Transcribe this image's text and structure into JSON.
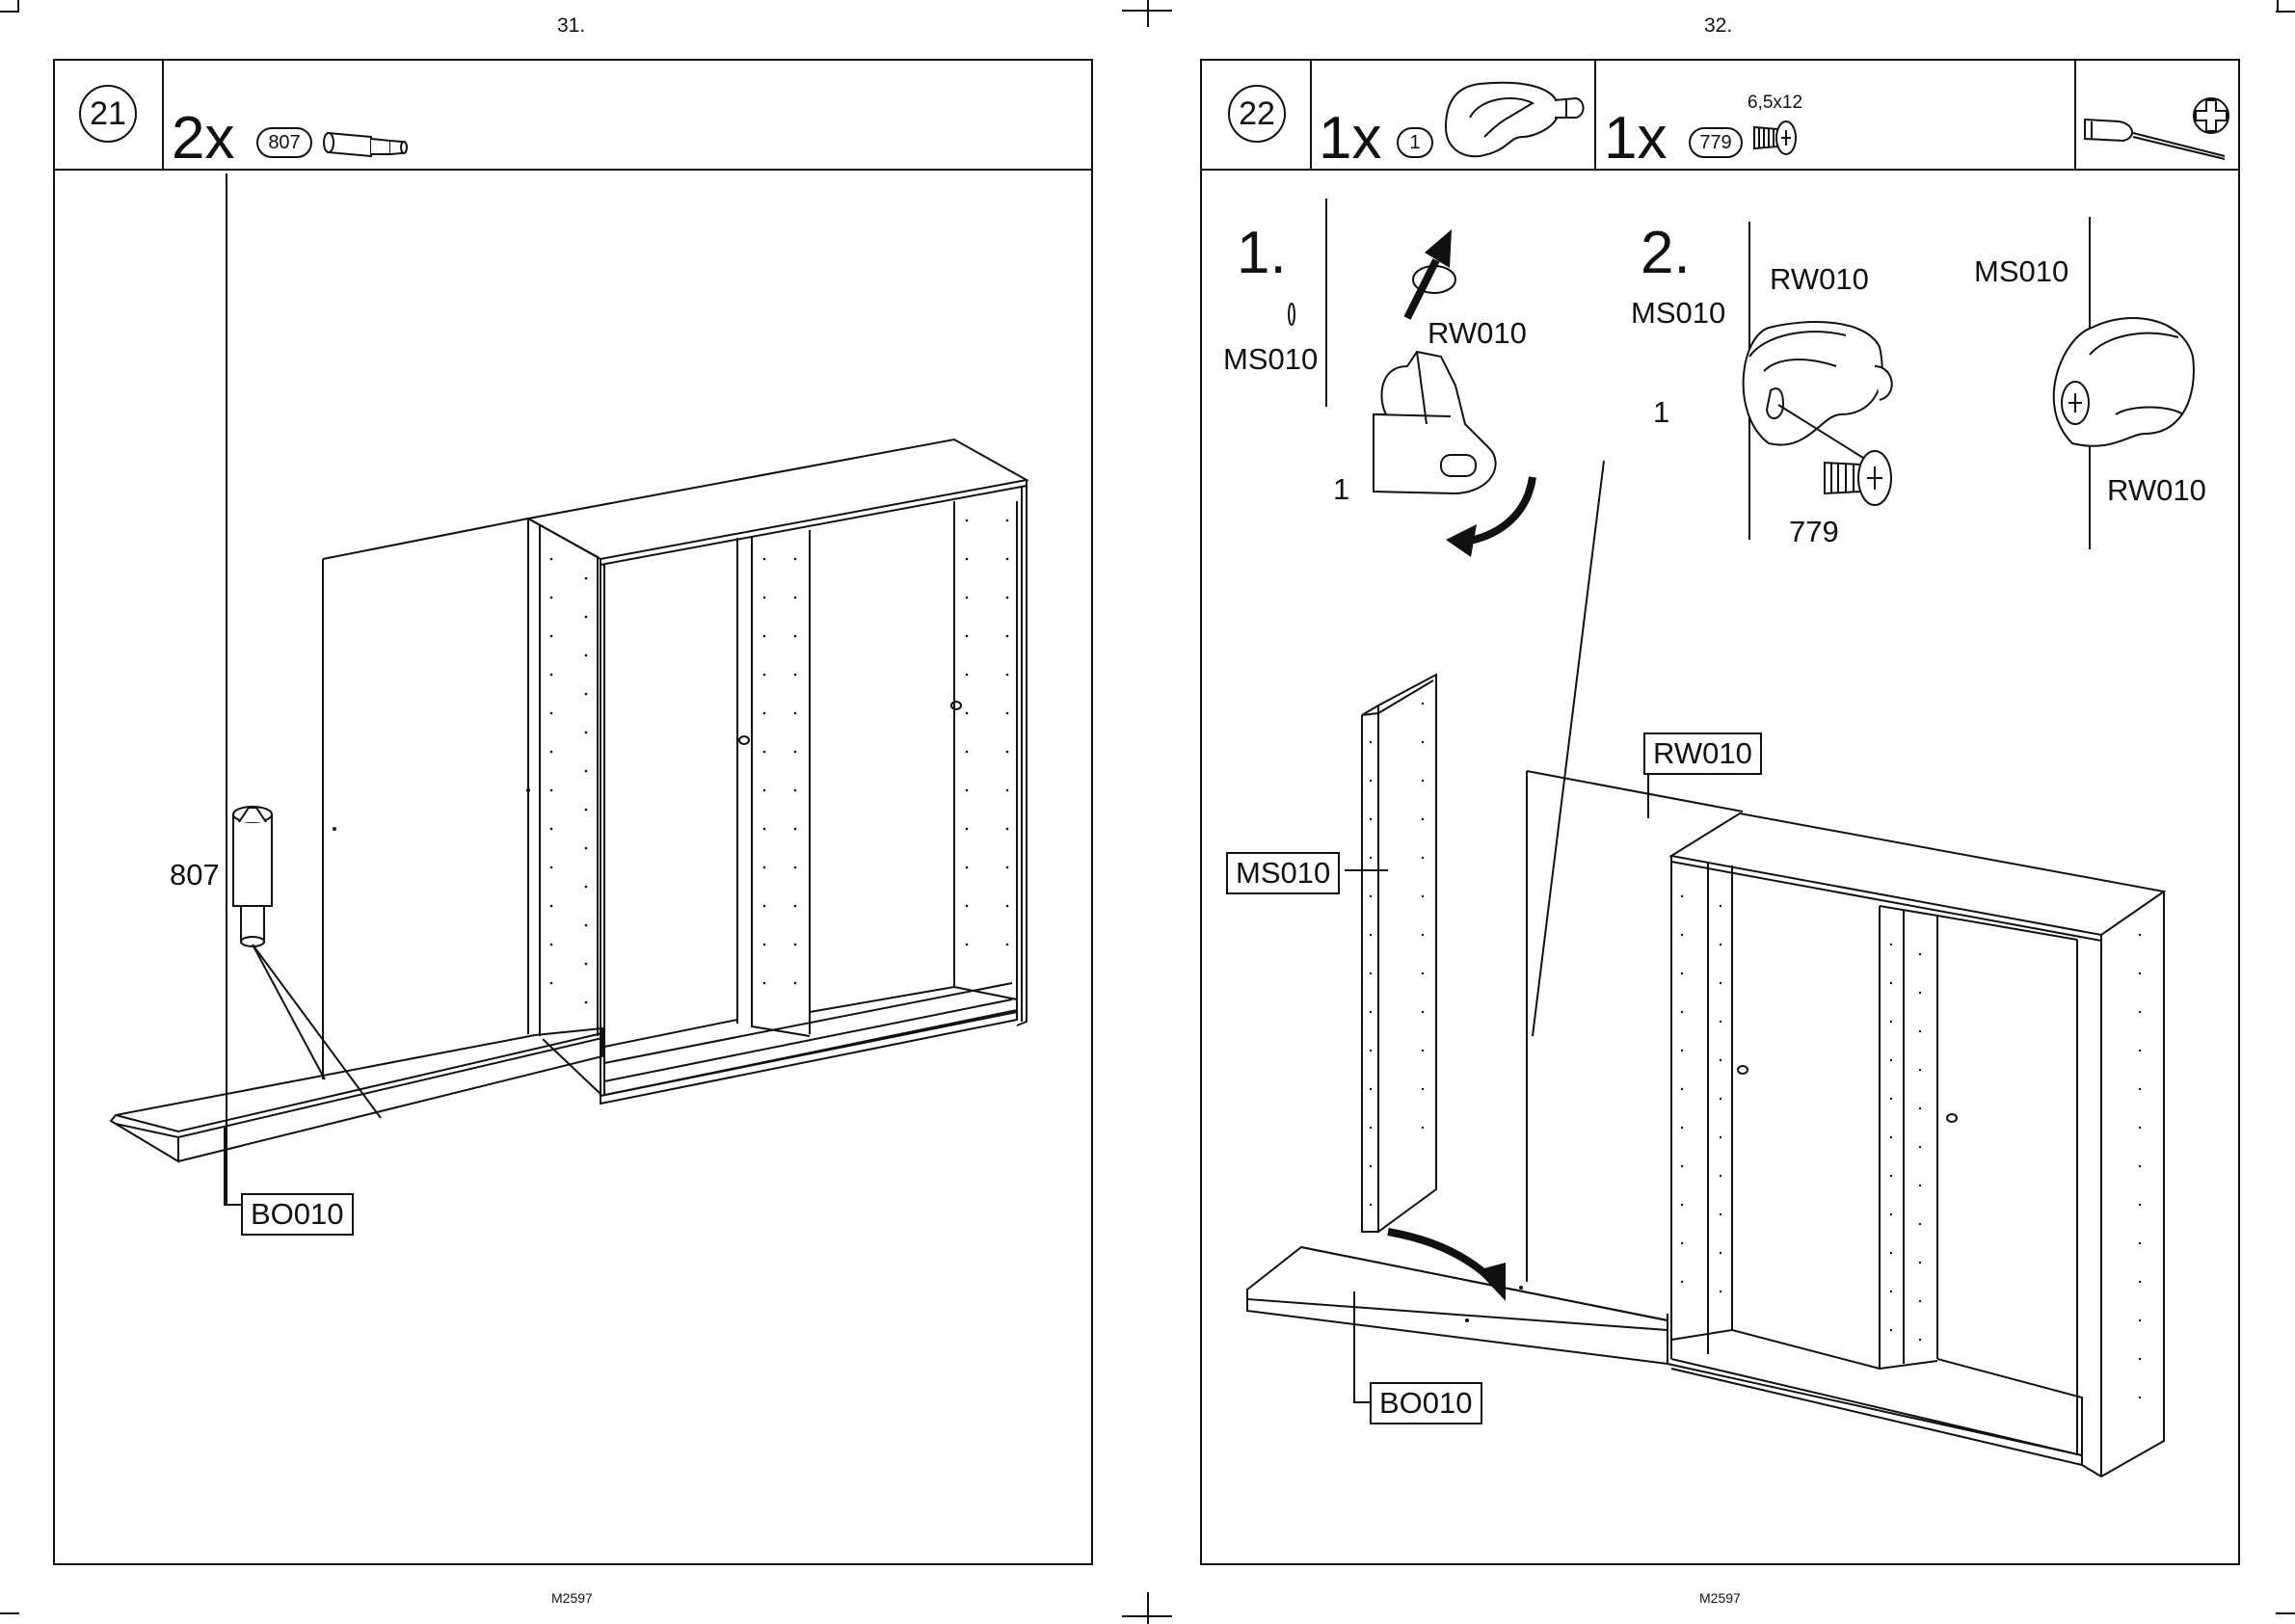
{
  "left": {
    "page_number": "31.",
    "step": "21",
    "quantity": "2x",
    "part": "807",
    "callout": "807",
    "label_bottom": "BO010",
    "footer": "M2597"
  },
  "right": {
    "page_number": "32.",
    "step": "22",
    "hw1_quantity": "1x",
    "hw1_part": "1",
    "hw2_quantity": "1x",
    "hw2_part": "779",
    "hw2_size": "6,5x12",
    "sub1": "1.",
    "sub2": "2.",
    "d1_ms": "MS010",
    "d1_rw": "RW010",
    "d1_one": "1",
    "d2_ms": "MS010",
    "d2_rw": "RW010",
    "d2_one": "1",
    "d2_screw": "779",
    "d3_ms": "MS010",
    "d3_rw": "RW010",
    "label_rw": "RW010",
    "label_ms": "MS010",
    "label_bo": "BO010",
    "footer": "M2597"
  }
}
